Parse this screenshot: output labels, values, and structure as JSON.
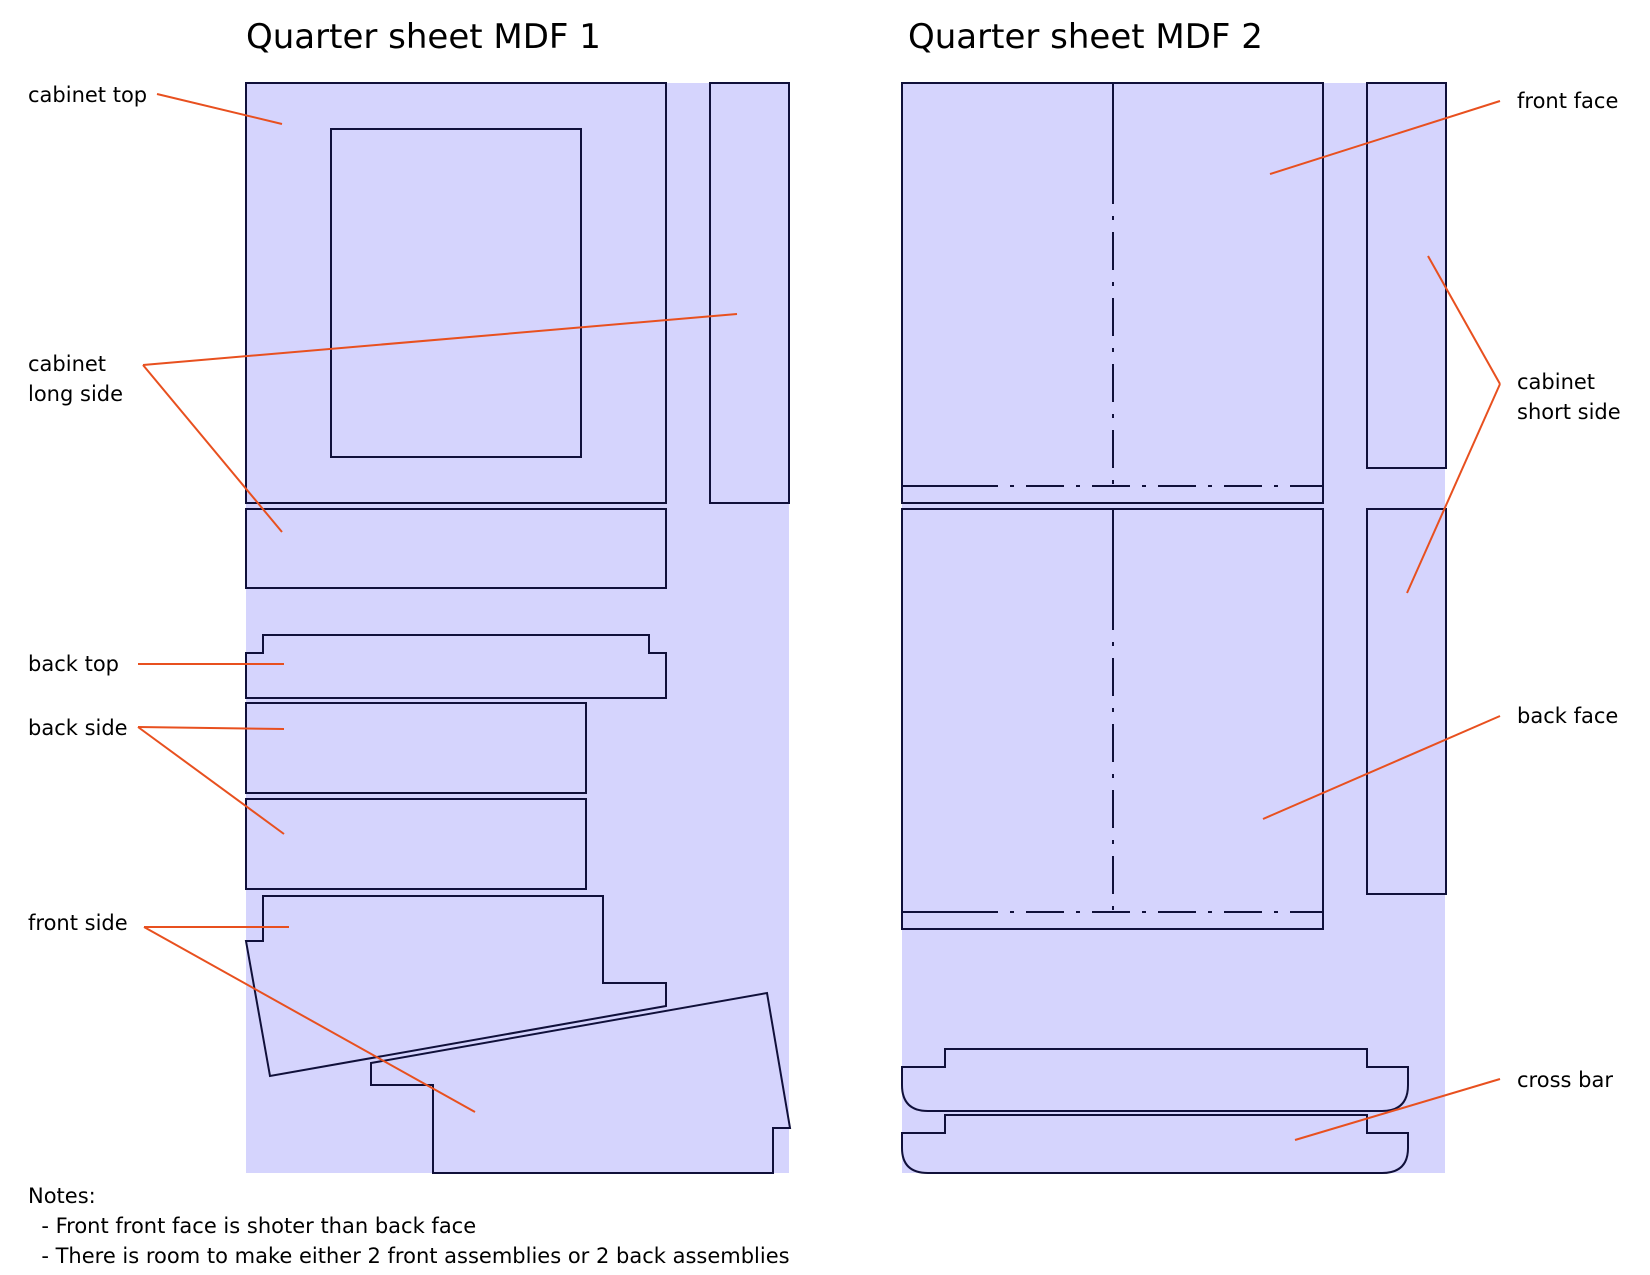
{
  "titles": {
    "sheet1": "Quarter sheet MDF 1",
    "sheet2": "Quarter sheet MDF 2"
  },
  "labels": {
    "cabinet_top": "cabinet top",
    "cabinet_long_side_1": "cabinet",
    "cabinet_long_side_2": "long side",
    "back_top": "back top",
    "back_side": "back side",
    "front_side": "front side",
    "front_face": "front face",
    "cabinet_short_side_1": "cabinet",
    "cabinet_short_side_2": "short side",
    "back_face": "back face",
    "cross_bar": "cross bar"
  },
  "notes": {
    "heading": "Notes:",
    "items": [
      "  - Front front face is shoter than back face",
      "  - There is room to make either 2 front assemblies or 2 back assemblies"
    ]
  },
  "colors": {
    "sheet_fill": "#d5d4fd",
    "part_outline": "#10103a",
    "leader_line": "#e8501f"
  }
}
